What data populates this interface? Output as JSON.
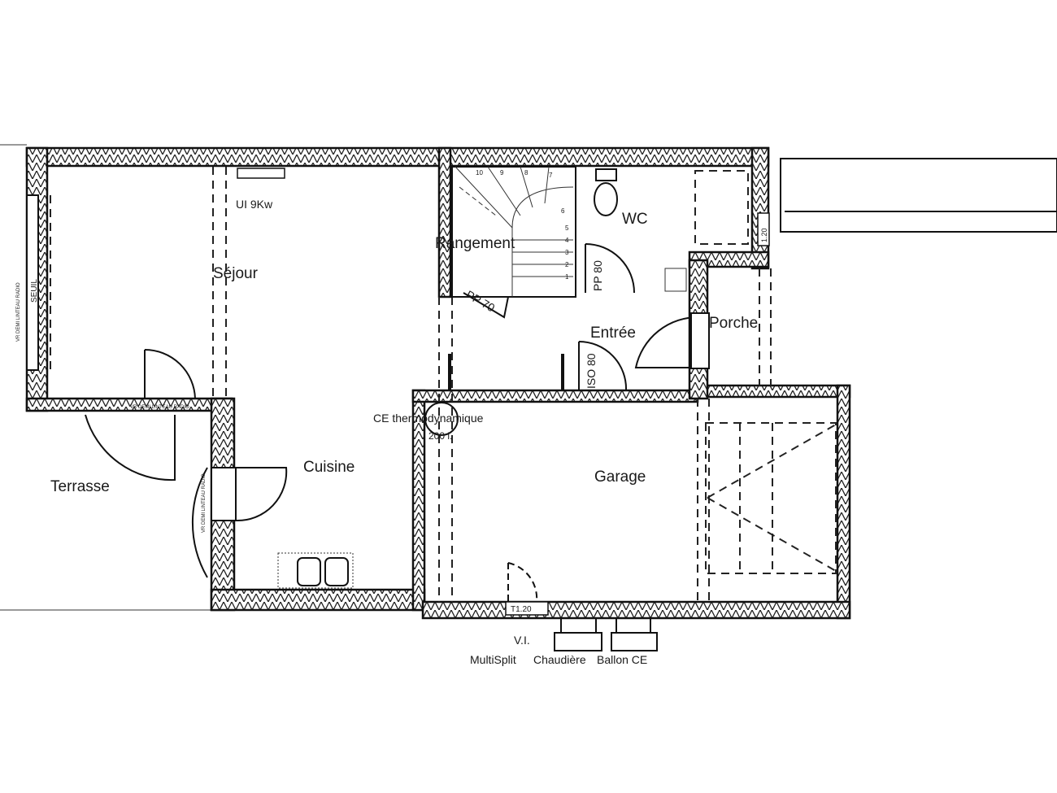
{
  "rooms": {
    "sejour": "Séjour",
    "cuisine": "Cuisine",
    "terrasse": "Terrasse",
    "rangement": "Rangement",
    "wc": "WC",
    "entree": "Entrée",
    "porche": "Porche",
    "garage": "Garage"
  },
  "annotations": {
    "ui": "UI 9Kw",
    "pp70": "PP 70",
    "pp80": "PP 80",
    "iso80": "ISO 80",
    "ce": "CE thermodynamique",
    "ce_volume": "200 l.",
    "seuil": "SEUIL",
    "vr1": "VR DEMI LINTEAU RADIO",
    "vr2": "VR DEMI LINTEAU RADIO",
    "vr3": "VR DEMI LINTEAU RADIO",
    "t120_garage": "T1.20",
    "t120_right": "1.20",
    "vi": "V.I.",
    "multisplit": "MultiSplit",
    "chaudiere": "Chaudière",
    "ballon_ce": "Ballon CE",
    "stairs": [
      "1",
      "2",
      "3",
      "4",
      "5",
      "6",
      "7",
      "8",
      "9",
      "10"
    ]
  }
}
